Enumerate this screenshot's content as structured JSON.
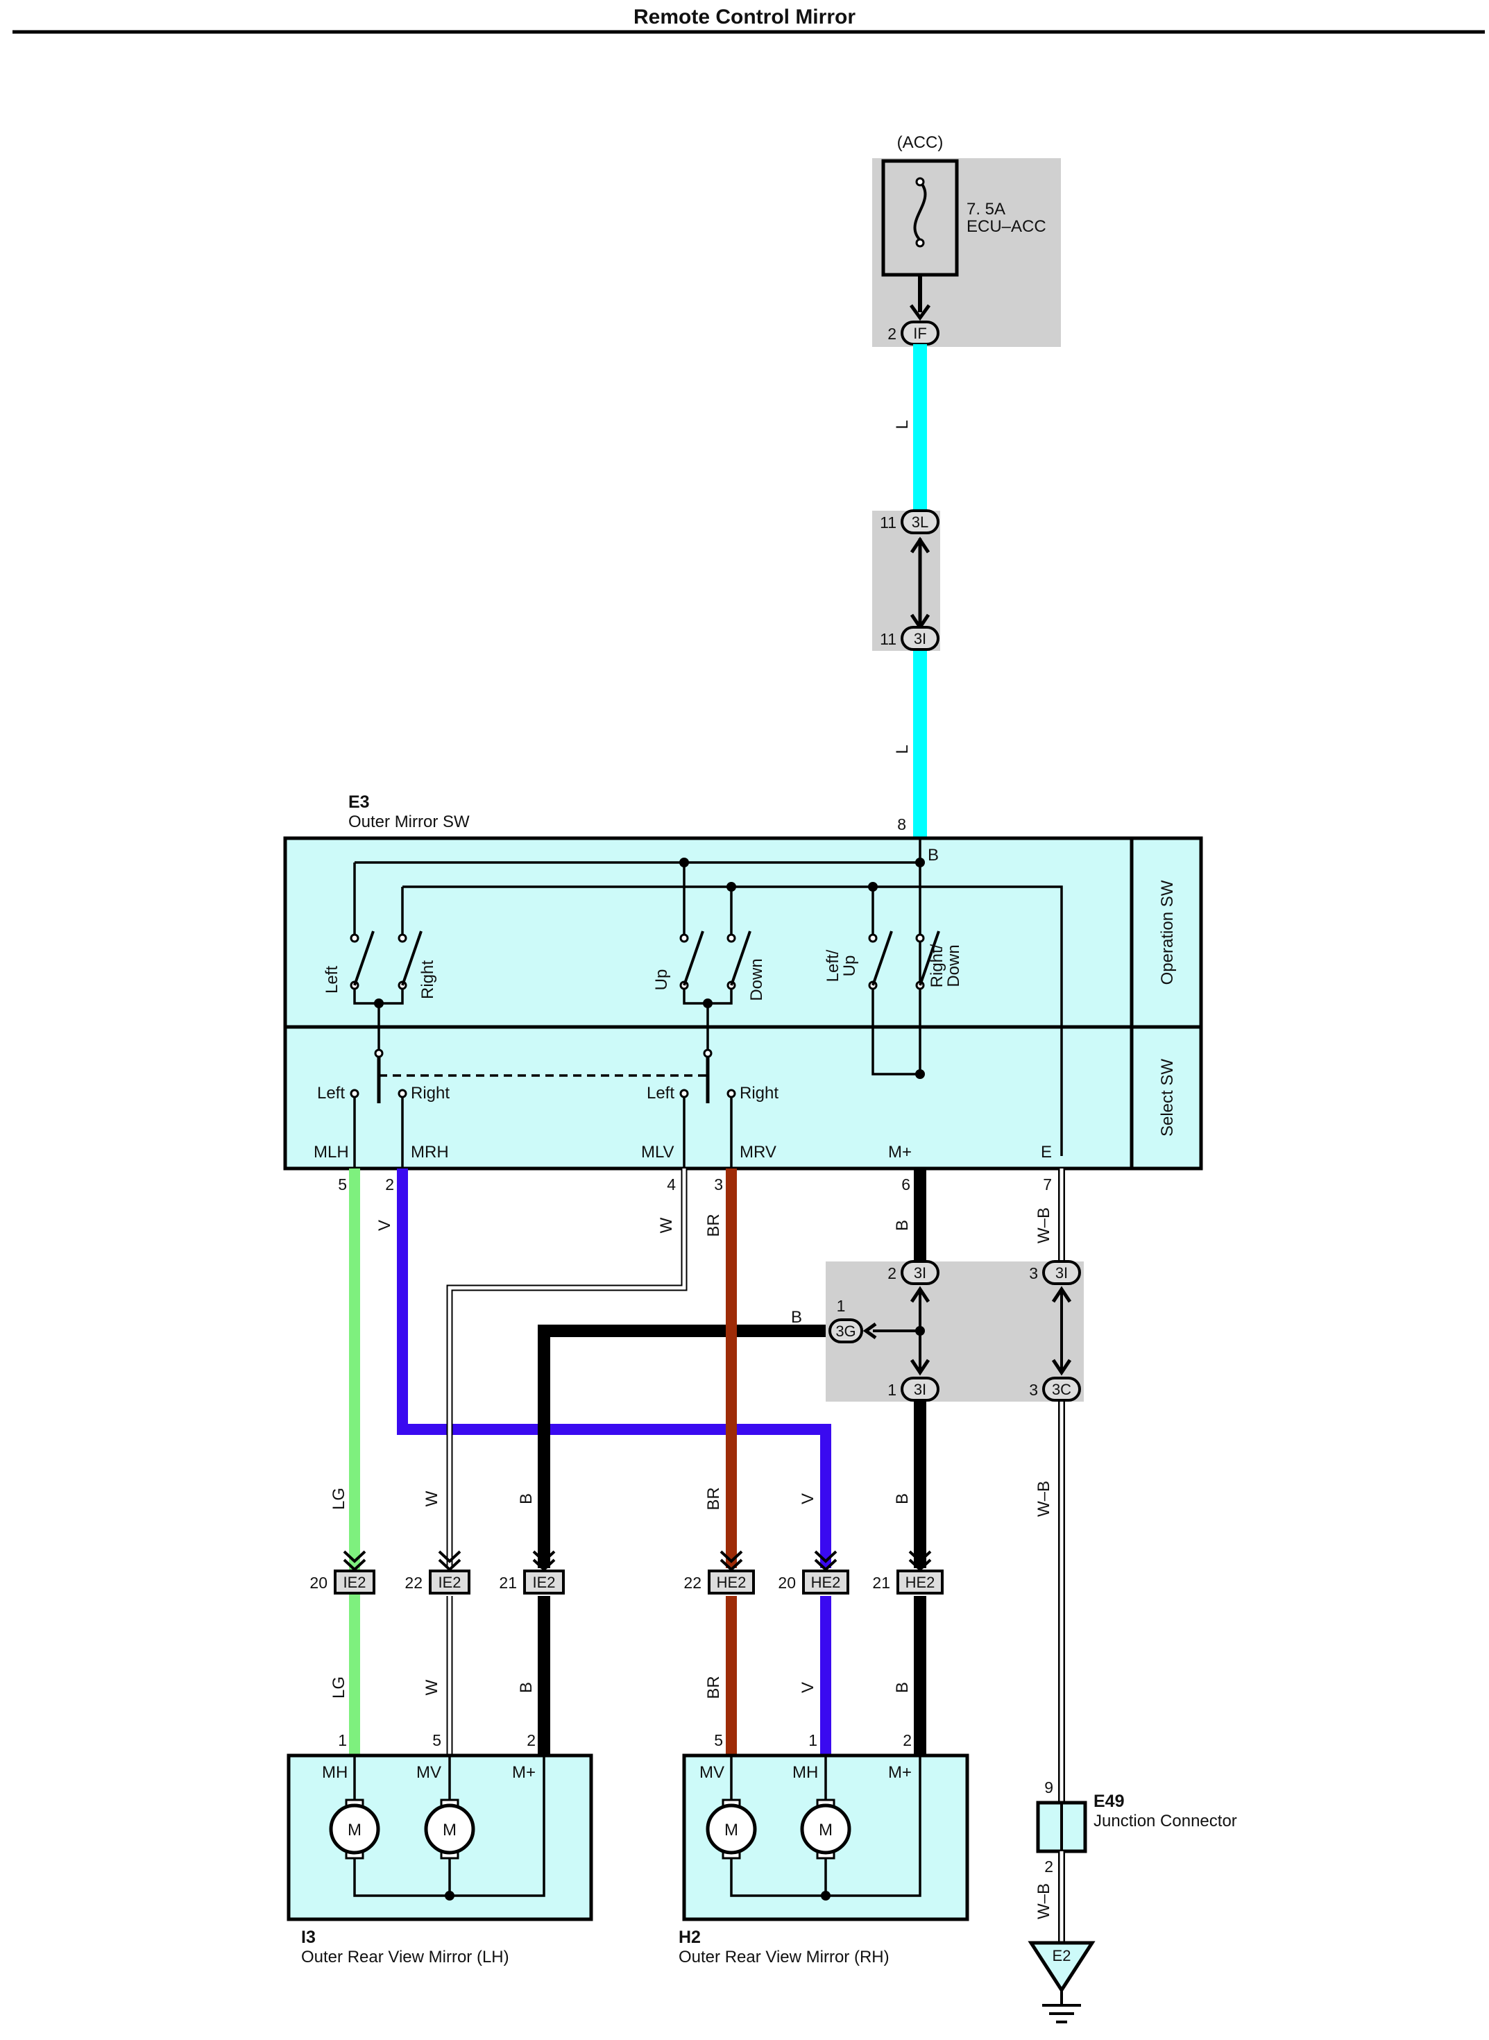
{
  "title": "Remote Control Mirror",
  "fuse": {
    "supply": "(ACC)",
    "rating": "7. 5A",
    "name": "ECU–ACC",
    "connector": "IF",
    "pin": "2"
  },
  "inline_connectors": {
    "upper": {
      "name": "3L",
      "pin": "11"
    },
    "lower": {
      "name": "3I",
      "pin": "11"
    }
  },
  "switch": {
    "id": "E3",
    "name": "Outer Mirror SW",
    "operation_label": "Operation SW",
    "select_label": "Select SW",
    "power_pin": "8",
    "power_terminal": "B",
    "operation_contacts": [
      "Left",
      "Right",
      "Up",
      "Down",
      "Left/",
      "Up",
      "Right/",
      "Down"
    ],
    "select_contacts": [
      "Left",
      "Right",
      "Left",
      "Right"
    ],
    "terminals": [
      {
        "name": "MLH",
        "pin": "5",
        "wire": "LG"
      },
      {
        "name": "MRH",
        "pin": "2",
        "wire": "V"
      },
      {
        "name": "MLV",
        "pin": "4",
        "wire": "W"
      },
      {
        "name": "MRV",
        "pin": "3",
        "wire": "BR"
      },
      {
        "name": "M+",
        "pin": "6",
        "wire": "B"
      },
      {
        "name": "E",
        "pin": "7",
        "wire": "W–B"
      }
    ]
  },
  "junction_block": {
    "in_left": {
      "name": "3I",
      "pin": "2"
    },
    "in_right": {
      "name": "3I",
      "pin": "3"
    },
    "branch": {
      "name": "3G",
      "pin": "1",
      "wire": "B"
    },
    "out_left": {
      "name": "3I",
      "pin": "1"
    },
    "out_right": {
      "name": "3C",
      "pin": "3"
    }
  },
  "wire_colors": {
    "L": "#00ffff",
    "LG": "#7ef07e",
    "V": "#3a0af0",
    "W": "#ffffff",
    "BR": "#9e2c08",
    "B": "#000000",
    "W-B": "#ffffff"
  },
  "mirror_connectors": [
    {
      "name": "IE2",
      "pin": "20"
    },
    {
      "name": "IE2",
      "pin": "22"
    },
    {
      "name": "IE2",
      "pin": "21"
    },
    {
      "name": "HE2",
      "pin": "22"
    },
    {
      "name": "HE2",
      "pin": "20"
    },
    {
      "name": "HE2",
      "pin": "21"
    }
  ],
  "wire_labels": {
    "L": "L",
    "LG": "LG",
    "V": "V",
    "W": "W",
    "BR": "BR",
    "B": "B",
    "WB": "W–B"
  },
  "mirror_lh": {
    "id": "I3",
    "name": "Outer Rear View Mirror (LH)",
    "terminals": [
      "MH",
      "MV",
      "M+"
    ],
    "pins": [
      "1",
      "5",
      "2"
    ],
    "motor": "M"
  },
  "mirror_rh": {
    "id": "H2",
    "name": "Outer Rear View Mirror (RH)",
    "terminals": [
      "MV",
      "MH",
      "M+"
    ],
    "pins": [
      "5",
      "1",
      "2"
    ],
    "motor": "M"
  },
  "junction_connector": {
    "id": "E49",
    "name": "Junction Connector",
    "pin_in": "9",
    "pin_out": "2"
  },
  "ground": {
    "name": "E2"
  }
}
